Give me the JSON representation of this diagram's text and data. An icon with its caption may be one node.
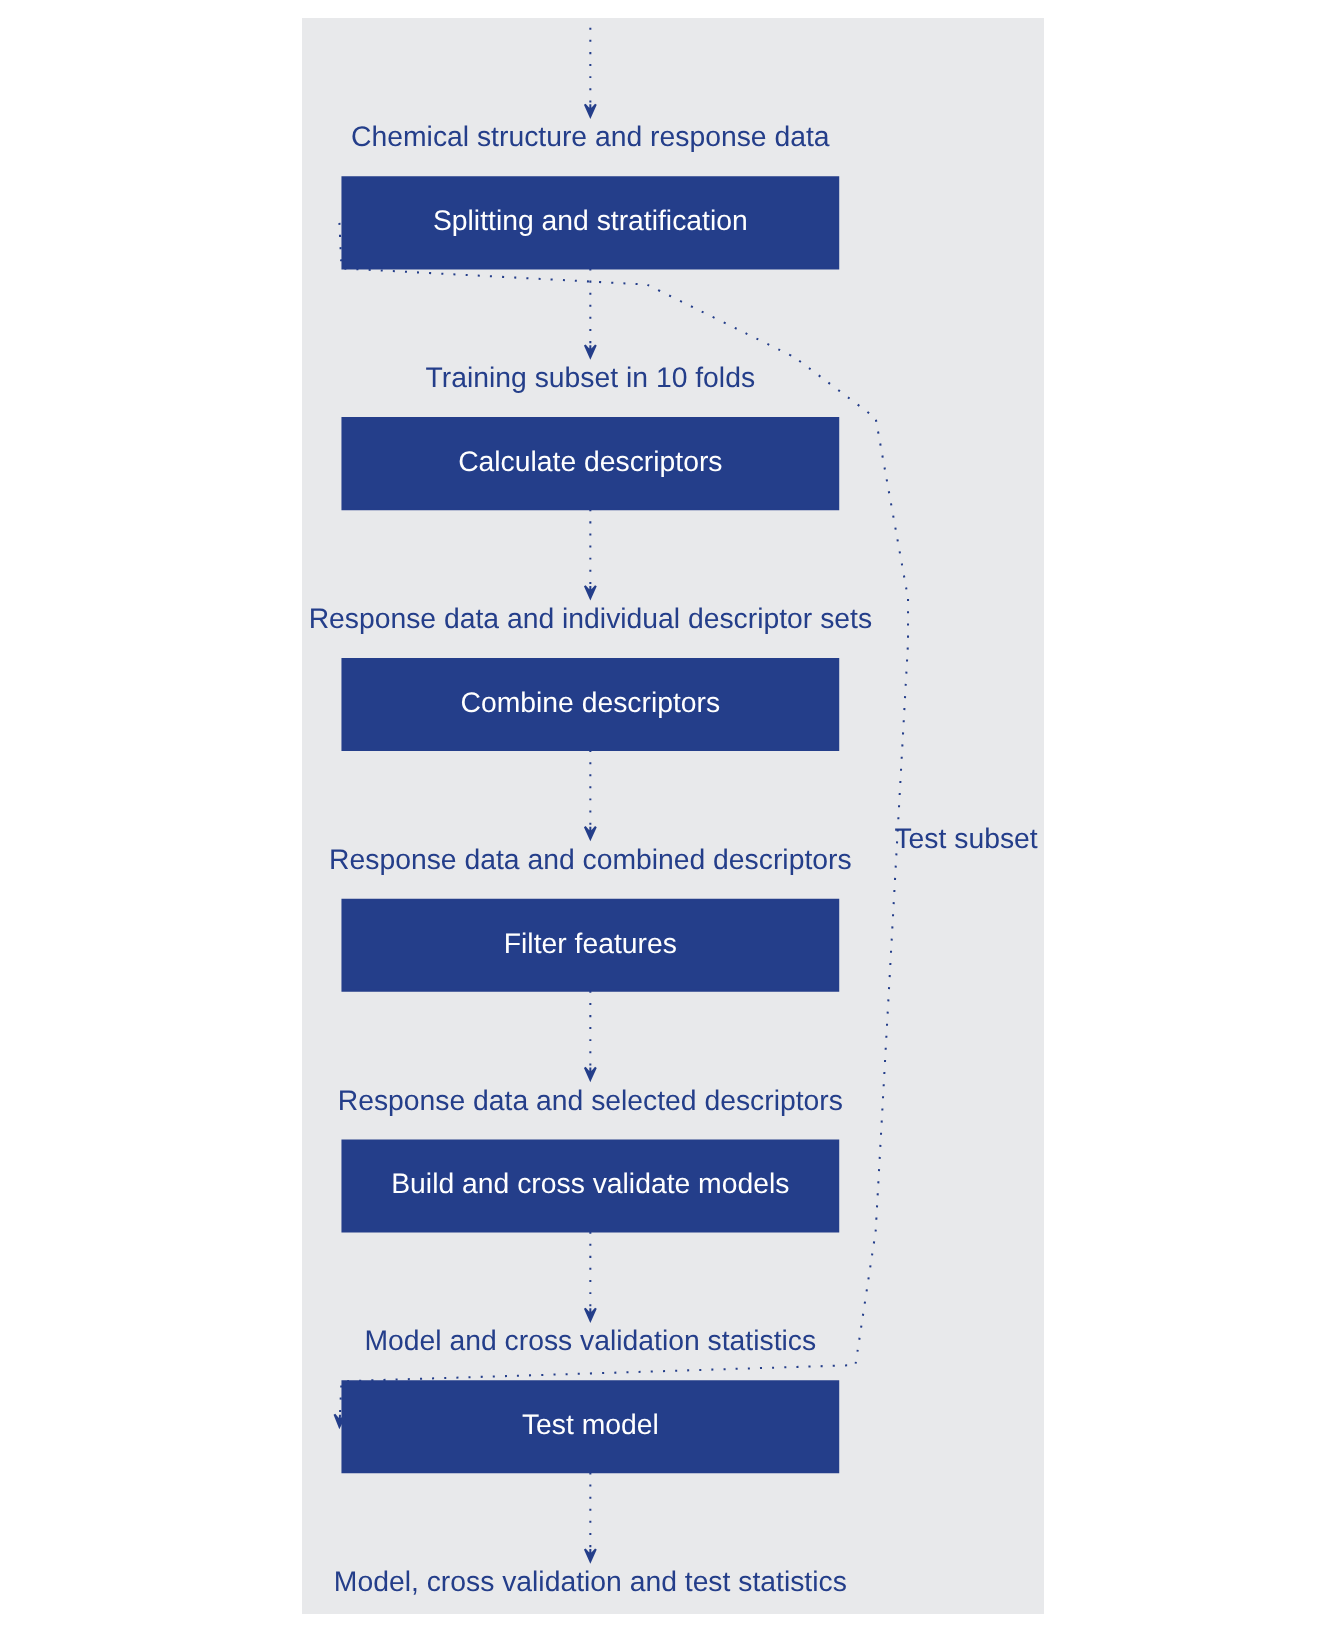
{
  "diagram": {
    "nodes": [
      {
        "text": [
          "Chemical structure and response data"
        ]
      },
      {
        "text": [
          "Splitting and stratification"
        ]
      },
      {
        "text": [
          "Training subset in 10 folds"
        ]
      },
      {
        "text": [
          "Calculate descriptors"
        ]
      },
      {
        "text": [
          "Response data and individual descriptor sets"
        ]
      },
      {
        "text": [
          "Combine descriptors"
        ]
      },
      {
        "text": [
          "Response data and combined descriptors"
        ]
      },
      {
        "text": [
          "Filter features"
        ]
      },
      {
        "text": [
          "Response data and selected descriptors"
        ]
      },
      {
        "text": [
          "Build and cross validate models"
        ]
      },
      {
        "text": [
          "Model and cross validation statistics"
        ]
      },
      {
        "text": [
          "Test model"
        ]
      },
      {
        "text": [
          "Model, cross validation and test statistics"
        ]
      }
    ],
    "edges": [
      {
        "from": null,
        "to": 0,
        "arrow": "to",
        "style": "dashed"
      },
      {
        "from": 1,
        "to": 2,
        "arrow": "to",
        "style": "dashed"
      },
      {
        "from": 3,
        "to": 4,
        "arrow": "to",
        "style": "dashed"
      },
      {
        "from": 5,
        "to": 6,
        "arrow": "to",
        "style": "dashed"
      },
      {
        "from": 7,
        "to": 8,
        "arrow": "to",
        "style": "dashed"
      },
      {
        "from": 9,
        "to": 10,
        "arrow": "to",
        "style": "dashed"
      },
      {
        "from": 11,
        "to": 12,
        "arrow": "to",
        "style": "dashed"
      },
      {
        "from": 1,
        "to": 11,
        "arrow": "to",
        "style": "dashed",
        "label": "Test subset"
      }
    ]
  }
}
